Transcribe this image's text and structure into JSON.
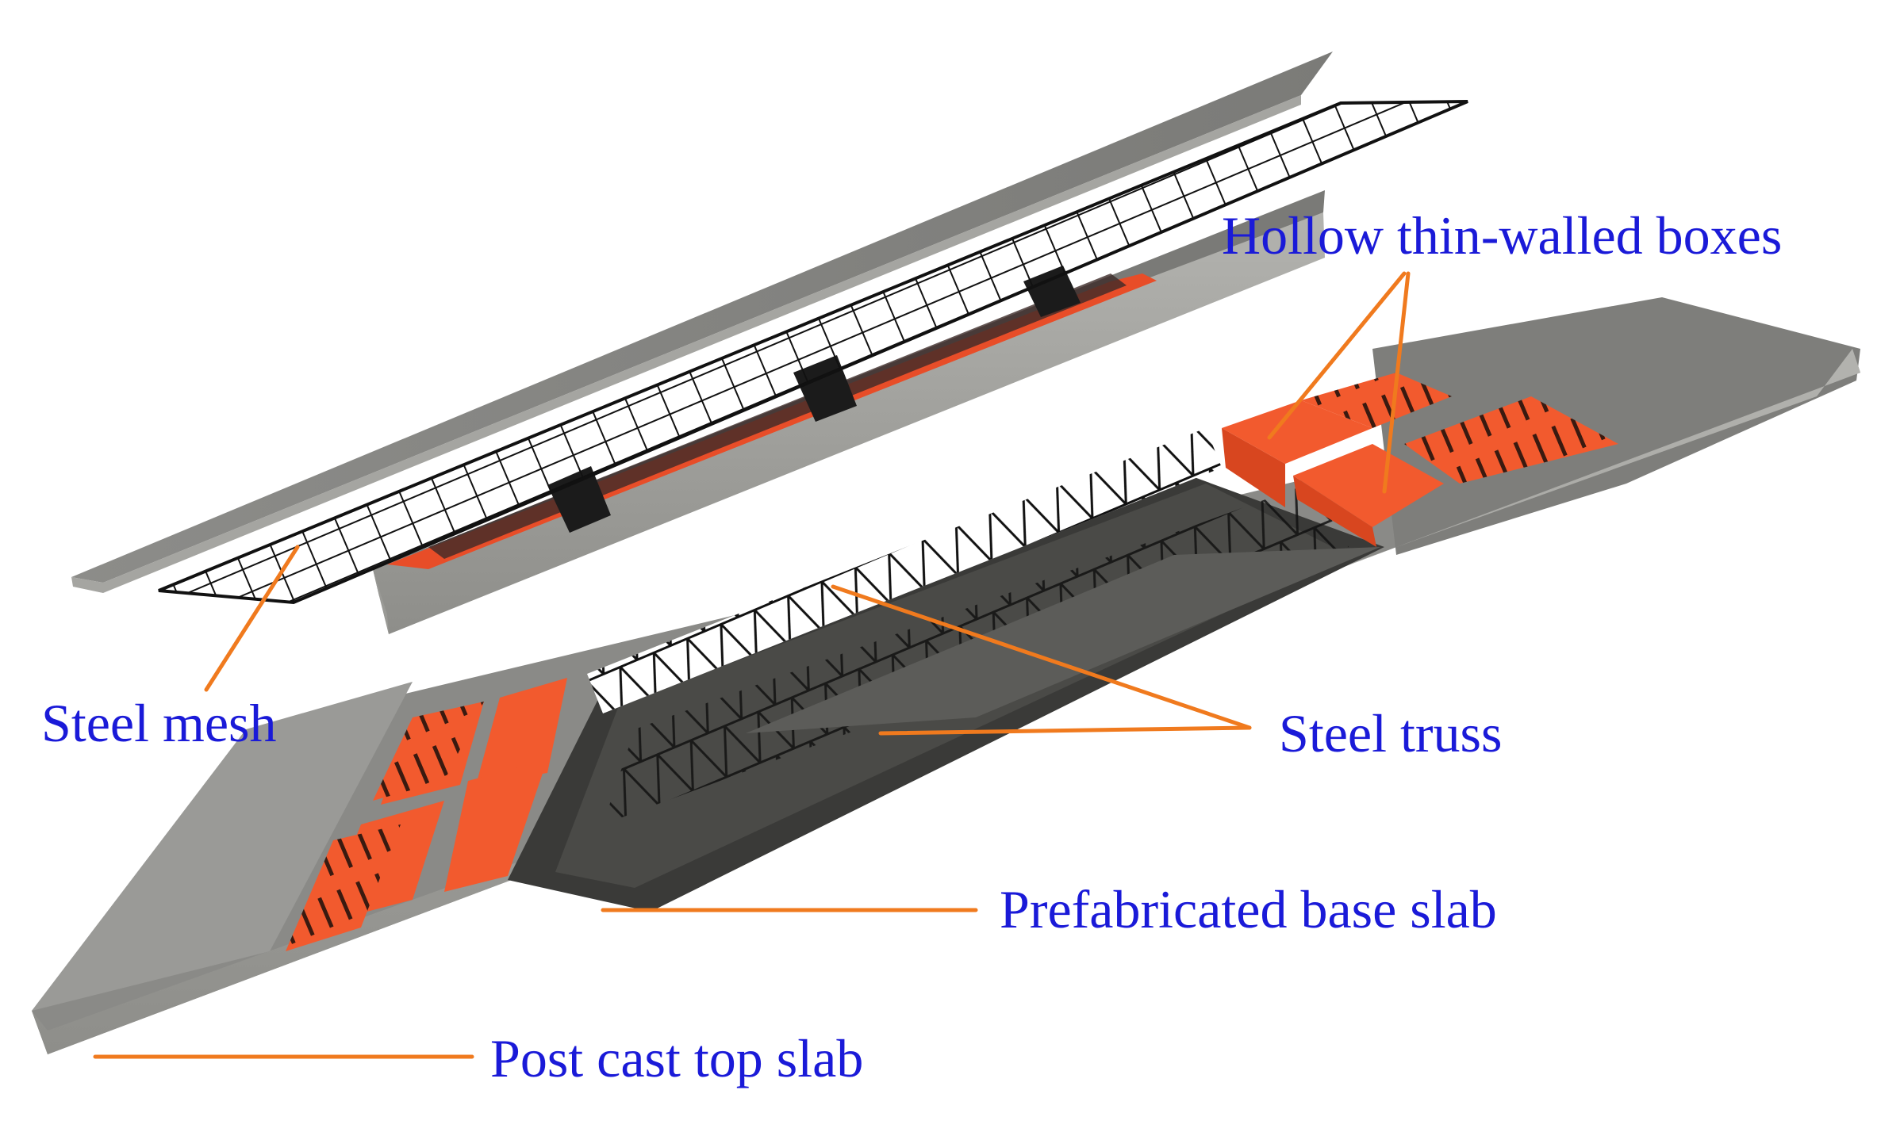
{
  "diagram": {
    "labels": {
      "hollow_boxes": "Hollow thin-walled boxes",
      "steel_mesh": "Steel mesh",
      "steel_truss": "Steel truss",
      "base_slab": "Prefabricated base slab",
      "top_slab": "Post cast top slab"
    },
    "colors": {
      "label_text": "#1a1ad8",
      "leader_line": "#f07a1e",
      "concrete_top": "#8f8f8c",
      "concrete_side": "#a7a7a3",
      "box_orange": "#f25a2e",
      "steel_dark": "#1c1c1c"
    }
  }
}
